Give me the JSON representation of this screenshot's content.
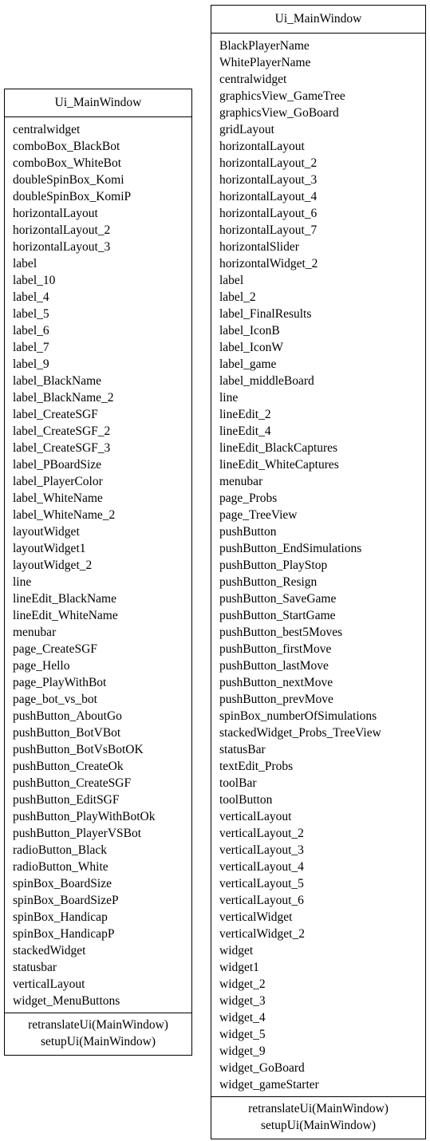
{
  "classes": [
    {
      "name": "Ui_MainWindow",
      "attributes": [
        "centralwidget",
        "comboBox_BlackBot",
        "comboBox_WhiteBot",
        "doubleSpinBox_Komi",
        "doubleSpinBox_KomiP",
        "horizontalLayout",
        "horizontalLayout_2",
        "horizontalLayout_3",
        "label",
        "label_10",
        "label_4",
        "label_5",
        "label_6",
        "label_7",
        "label_9",
        "label_BlackName",
        "label_BlackName_2",
        "label_CreateSGF",
        "label_CreateSGF_2",
        "label_CreateSGF_3",
        "label_PBoardSize",
        "label_PlayerColor",
        "label_WhiteName",
        "label_WhiteName_2",
        "layoutWidget",
        "layoutWidget1",
        "layoutWidget_2",
        "line",
        "lineEdit_BlackName",
        "lineEdit_WhiteName",
        "menubar",
        "page_CreateSGF",
        "page_Hello",
        "page_PlayWithBot",
        "page_bot_vs_bot",
        "pushButton_AboutGo",
        "pushButton_BotVBot",
        "pushButton_BotVsBotOK",
        "pushButton_CreateOk",
        "pushButton_CreateSGF",
        "pushButton_EditSGF",
        "pushButton_PlayWithBotOk",
        "pushButton_PlayerVSBot",
        "radioButton_Black",
        "radioButton_White",
        "spinBox_BoardSize",
        "spinBox_BoardSizeP",
        "spinBox_Handicap",
        "spinBox_HandicapP",
        "stackedWidget",
        "statusbar",
        "verticalLayout",
        "widget_MenuButtons"
      ],
      "methods": [
        "retranslateUi(MainWindow)",
        "setupUi(MainWindow)"
      ]
    },
    {
      "name": "Ui_MainWindow",
      "attributes": [
        "BlackPlayerName",
        "WhitePlayerName",
        "centralwidget",
        "graphicsView_GameTree",
        "graphicsView_GoBoard",
        "gridLayout",
        "horizontalLayout",
        "horizontalLayout_2",
        "horizontalLayout_3",
        "horizontalLayout_4",
        "horizontalLayout_6",
        "horizontalLayout_7",
        "horizontalSlider",
        "horizontalWidget_2",
        "label",
        "label_2",
        "label_FinalResults",
        "label_IconB",
        "label_IconW",
        "label_game",
        "label_middleBoard",
        "line",
        "lineEdit_2",
        "lineEdit_4",
        "lineEdit_BlackCaptures",
        "lineEdit_WhiteCaptures",
        "menubar",
        "page_Probs",
        "page_TreeView",
        "pushButton",
        "pushButton_EndSimulations",
        "pushButton_PlayStop",
        "pushButton_Resign",
        "pushButton_SaveGame",
        "pushButton_StartGame",
        "pushButton_best5Moves",
        "pushButton_firstMove",
        "pushButton_lastMove",
        "pushButton_nextMove",
        "pushButton_prevMove",
        "spinBox_numberOfSimulations",
        "stackedWidget_Probs_TreeView",
        "statusBar",
        "textEdit_Probs",
        "toolBar",
        "toolButton",
        "verticalLayout",
        "verticalLayout_2",
        "verticalLayout_3",
        "verticalLayout_4",
        "verticalLayout_5",
        "verticalLayout_6",
        "verticalWidget",
        "verticalWidget_2",
        "widget",
        "widget1",
        "widget_2",
        "widget_3",
        "widget_4",
        "widget_5",
        "widget_9",
        "widget_GoBoard",
        "widget_gameStarter"
      ],
      "methods": [
        "retranslateUi(MainWindow)",
        "setupUi(MainWindow)"
      ]
    }
  ]
}
